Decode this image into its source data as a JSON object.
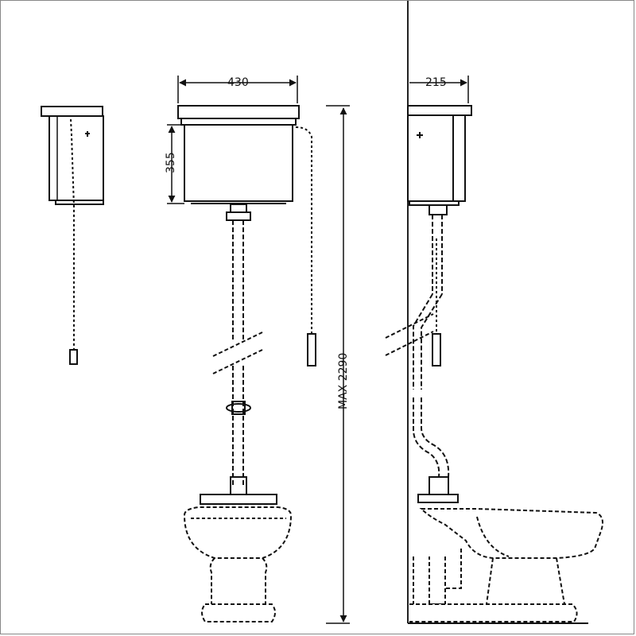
{
  "dimensions": {
    "cistern_width": "430",
    "cistern_height": "355",
    "max_height": "MAX 2290",
    "side_depth": "215"
  },
  "colors": {
    "line": "#111111",
    "wall": "#222222",
    "frame": "#888888"
  },
  "views": [
    "side-left",
    "front",
    "side-right"
  ]
}
